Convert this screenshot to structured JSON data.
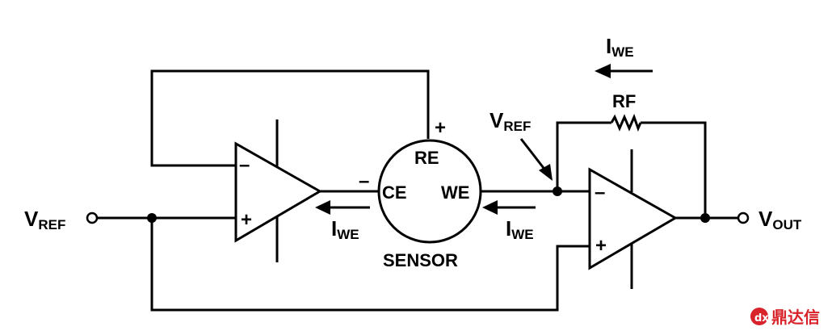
{
  "labels": {
    "vref_left": {
      "main": "V",
      "sub": "REF"
    },
    "vref_node": {
      "main": "V",
      "sub": "REF"
    },
    "vout": {
      "main": "V",
      "sub": "OUT"
    },
    "iwe_top": {
      "main": "I",
      "sub": "WE"
    },
    "iwe_left": {
      "main": "I",
      "sub": "WE"
    },
    "iwe_right": {
      "main": "I",
      "sub": "WE"
    },
    "rf": "RF",
    "re": "RE",
    "ce": "CE",
    "we": "WE",
    "sensor": "SENSOR",
    "opamp1_minus": "–",
    "opamp1_plus": "+",
    "opamp2_minus": "–",
    "opamp2_plus": "+",
    "re_plus": "+",
    "ce_minus": "–"
  },
  "watermark": {
    "text": "鼎达信",
    "icon": "logo-badge-icon",
    "color": "#d8232a"
  }
}
